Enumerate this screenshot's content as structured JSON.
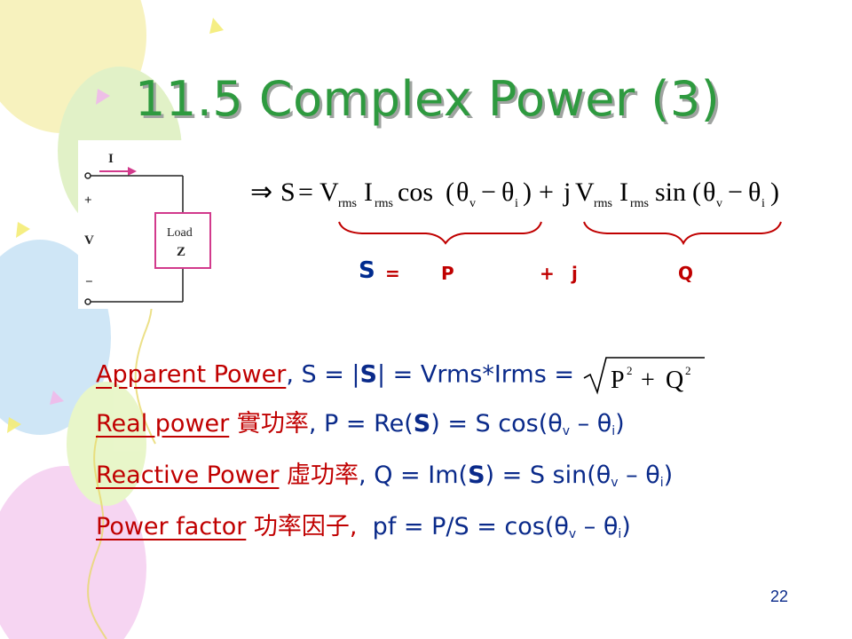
{
  "slide": {
    "title": "11.5 Complex Power (3)",
    "page_number": "22"
  },
  "circuit": {
    "current_label": "I",
    "plus_label": "+",
    "voltage_label": "V",
    "minus_label": "−",
    "load_label": "Load",
    "impedance_label": "Z"
  },
  "equation": {
    "implies": "⇒",
    "S": "S",
    "equals": "=",
    "V": "V",
    "rms": "rms",
    "I": "I",
    "cos": "cos",
    "sin": "sin",
    "open": "(",
    "close": ")",
    "theta": "θ",
    "v": "v",
    "i": "i",
    "minus": "−",
    "plus": "+",
    "j": "j"
  },
  "sum": {
    "S": "S",
    "equals": "=",
    "P": "P",
    "plus": "+",
    "j": "j",
    "Q": "Q"
  },
  "definitions": {
    "apparent": {
      "term": "Apparent Power",
      "text_a": ", S = |",
      "bold_S": "S",
      "text_b": "| = Vrms*Irms =",
      "sqrt_P": "P",
      "sqrt_plus": "+",
      "sqrt_Q": "Q",
      "sqrt_exp": "2"
    },
    "real": {
      "term": "Real power",
      "zh": "實功率",
      "text_a": ", P = Re(",
      "bold_S": "S",
      "text_b": ") = S cos(θ",
      "sub_v": "v",
      "text_c": " – θ",
      "sub_i": "i",
      "text_d": ")"
    },
    "reactive": {
      "term": "Reactive Power",
      "zh": "虛功率",
      "text_a": ", Q = Im(",
      "bold_S": "S",
      "text_b": ") = S sin(θ",
      "sub_v": "v",
      "text_c": " – θ",
      "sub_i": "i",
      "text_d": ")"
    },
    "factor": {
      "term": "Power factor",
      "zh": "功率因子",
      "comma": ",",
      "text_a": "  pf = P/S = cos(θ",
      "sub_v": "v",
      "text_c": " – θ",
      "sub_i": "i",
      "text_d": ")"
    }
  },
  "colors": {
    "title": "#2e9a3f",
    "body_text": "#0a2a8a",
    "accent_red": "#c00000",
    "load_box": "#d23a8c"
  }
}
